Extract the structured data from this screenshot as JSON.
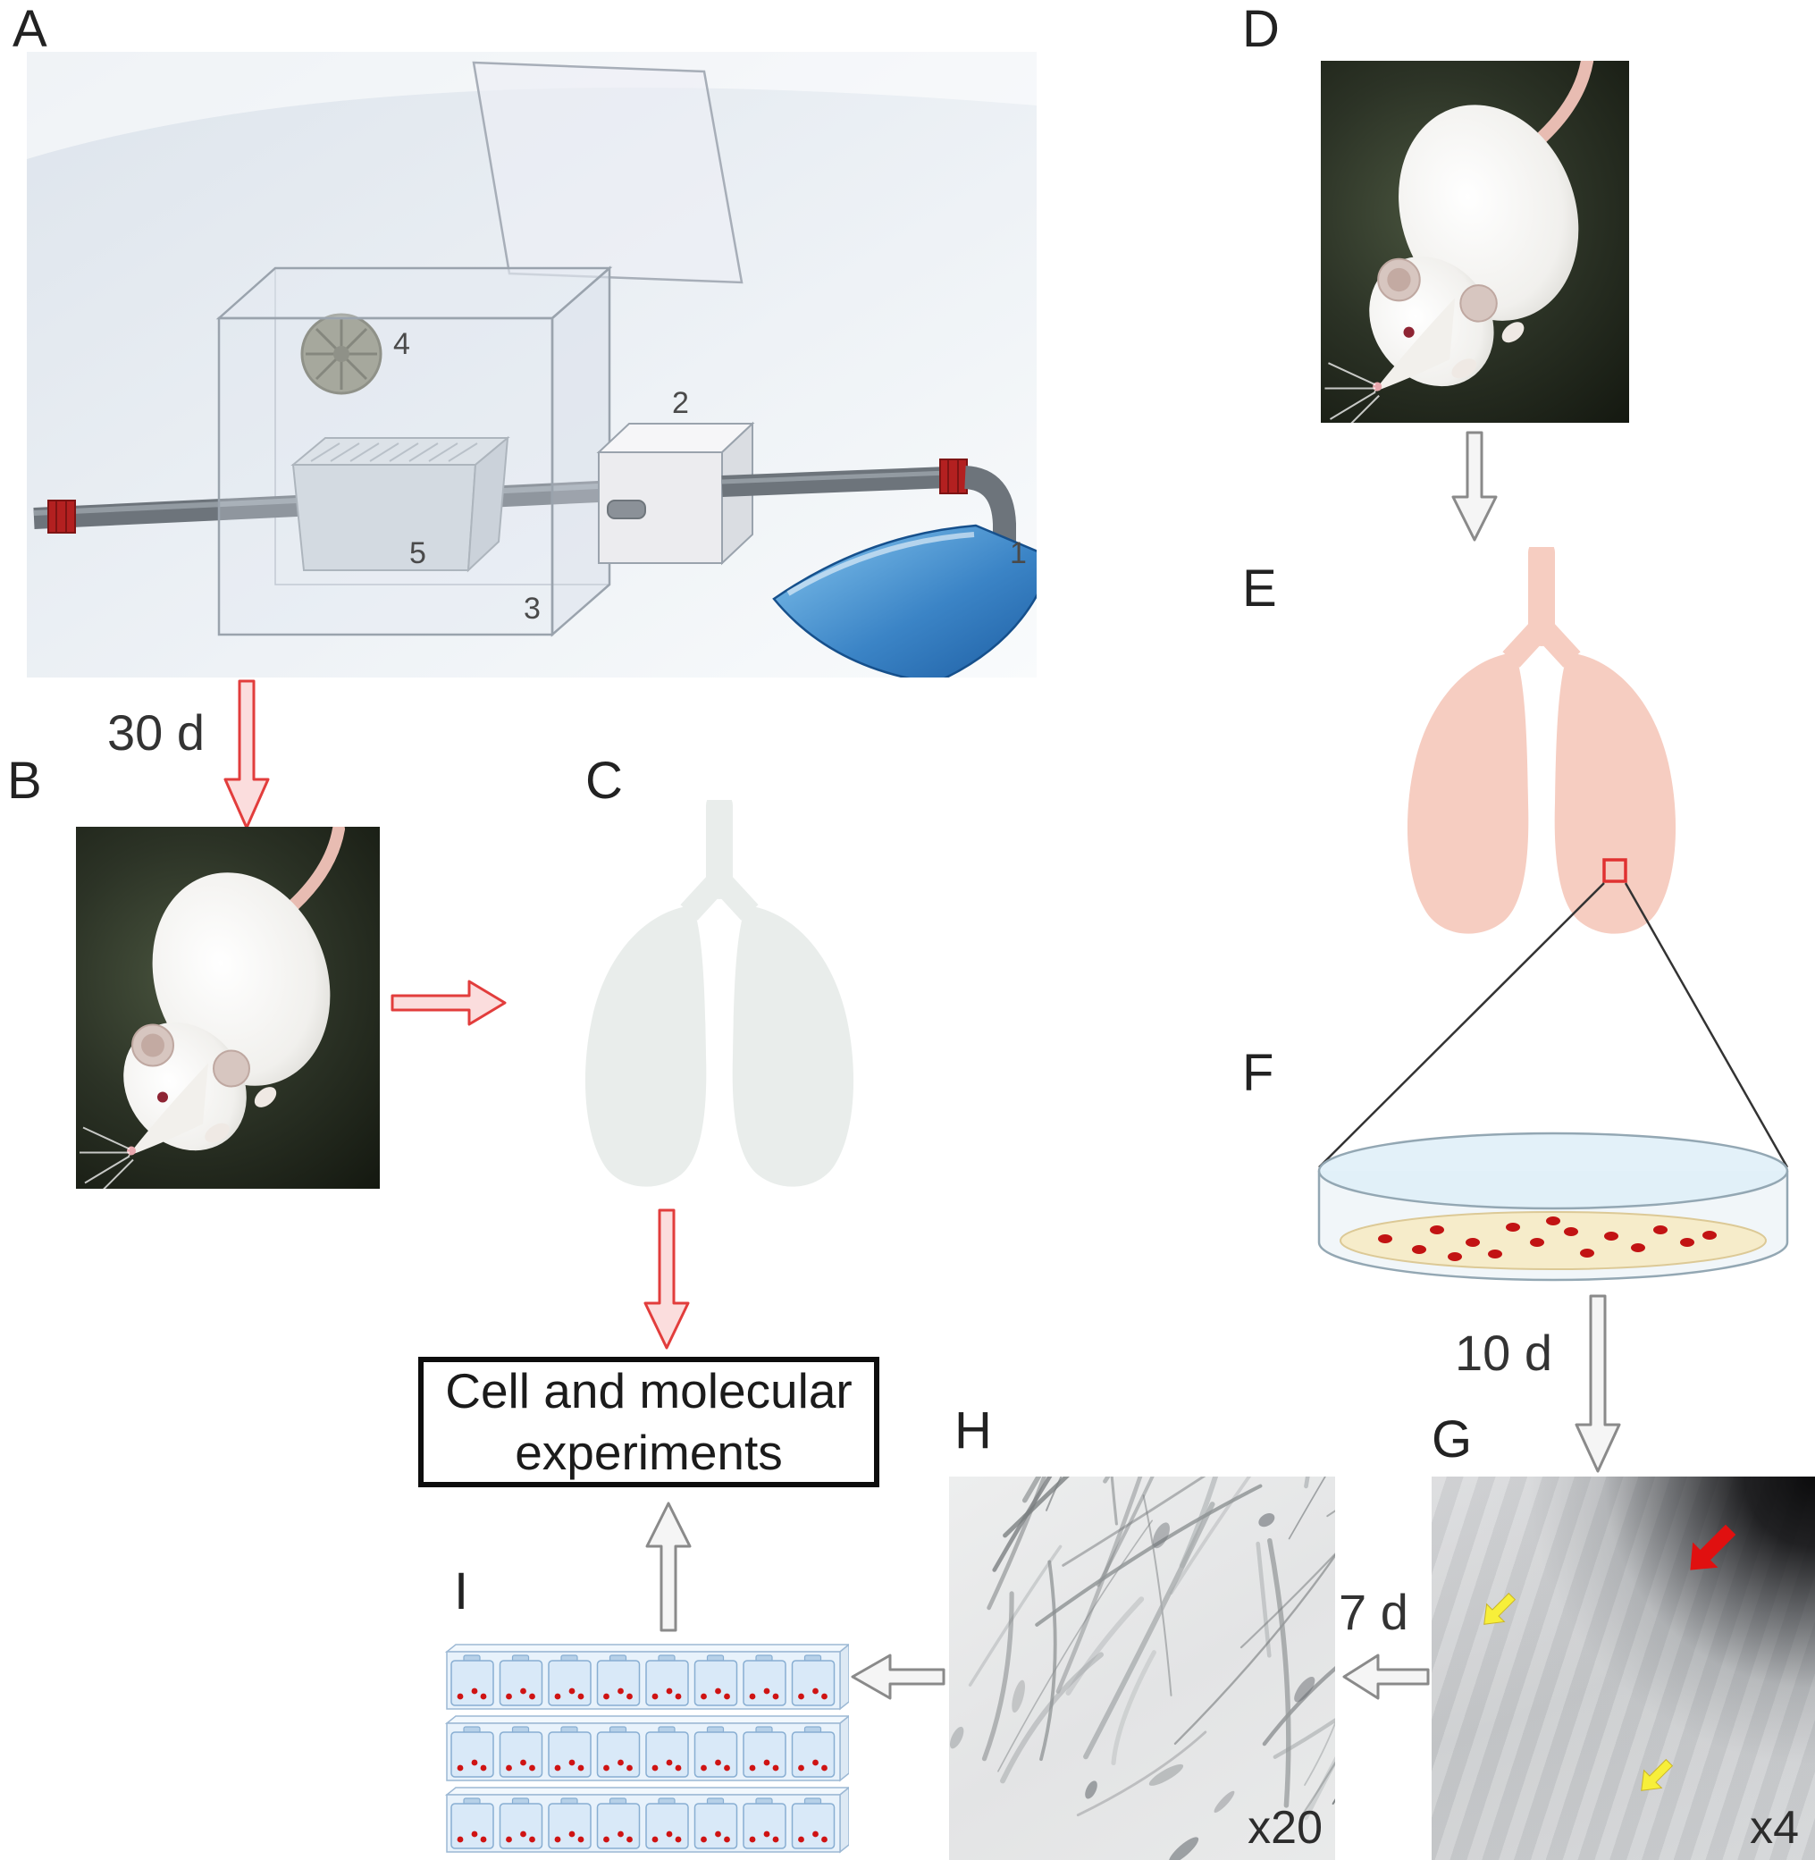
{
  "figure": {
    "panel_labels": {
      "a": "A",
      "b": "B",
      "c": "C",
      "d": "D",
      "e": "E",
      "f": "F",
      "g": "G",
      "h": "H",
      "i": "I"
    },
    "apparatus": {
      "part_numbers": {
        "funnel": "1",
        "valve_box": "2",
        "chamber": "3",
        "fan": "4",
        "tray": "5"
      }
    },
    "annotations": {
      "exposure_duration": "30 d",
      "explant_culture_duration": "10 d",
      "outgrowth_duration": "7 d"
    },
    "magnifications": {
      "g": "x4",
      "h": "x20"
    },
    "experiments_box": {
      "text": "Cell and molecular experiments"
    },
    "flask_rack": {
      "rows": 3,
      "cols": 8
    },
    "colors": {
      "red_accent": "#e23d3c",
      "pink_lungs": "#f6cdc1",
      "gray_lungs": "#e9edeb",
      "funnel_blue": "#2e77bd",
      "explant_red": "#c21313",
      "flask_blue": "#d9e9f8",
      "yellow_arrow": "#f7ef3a"
    }
  }
}
